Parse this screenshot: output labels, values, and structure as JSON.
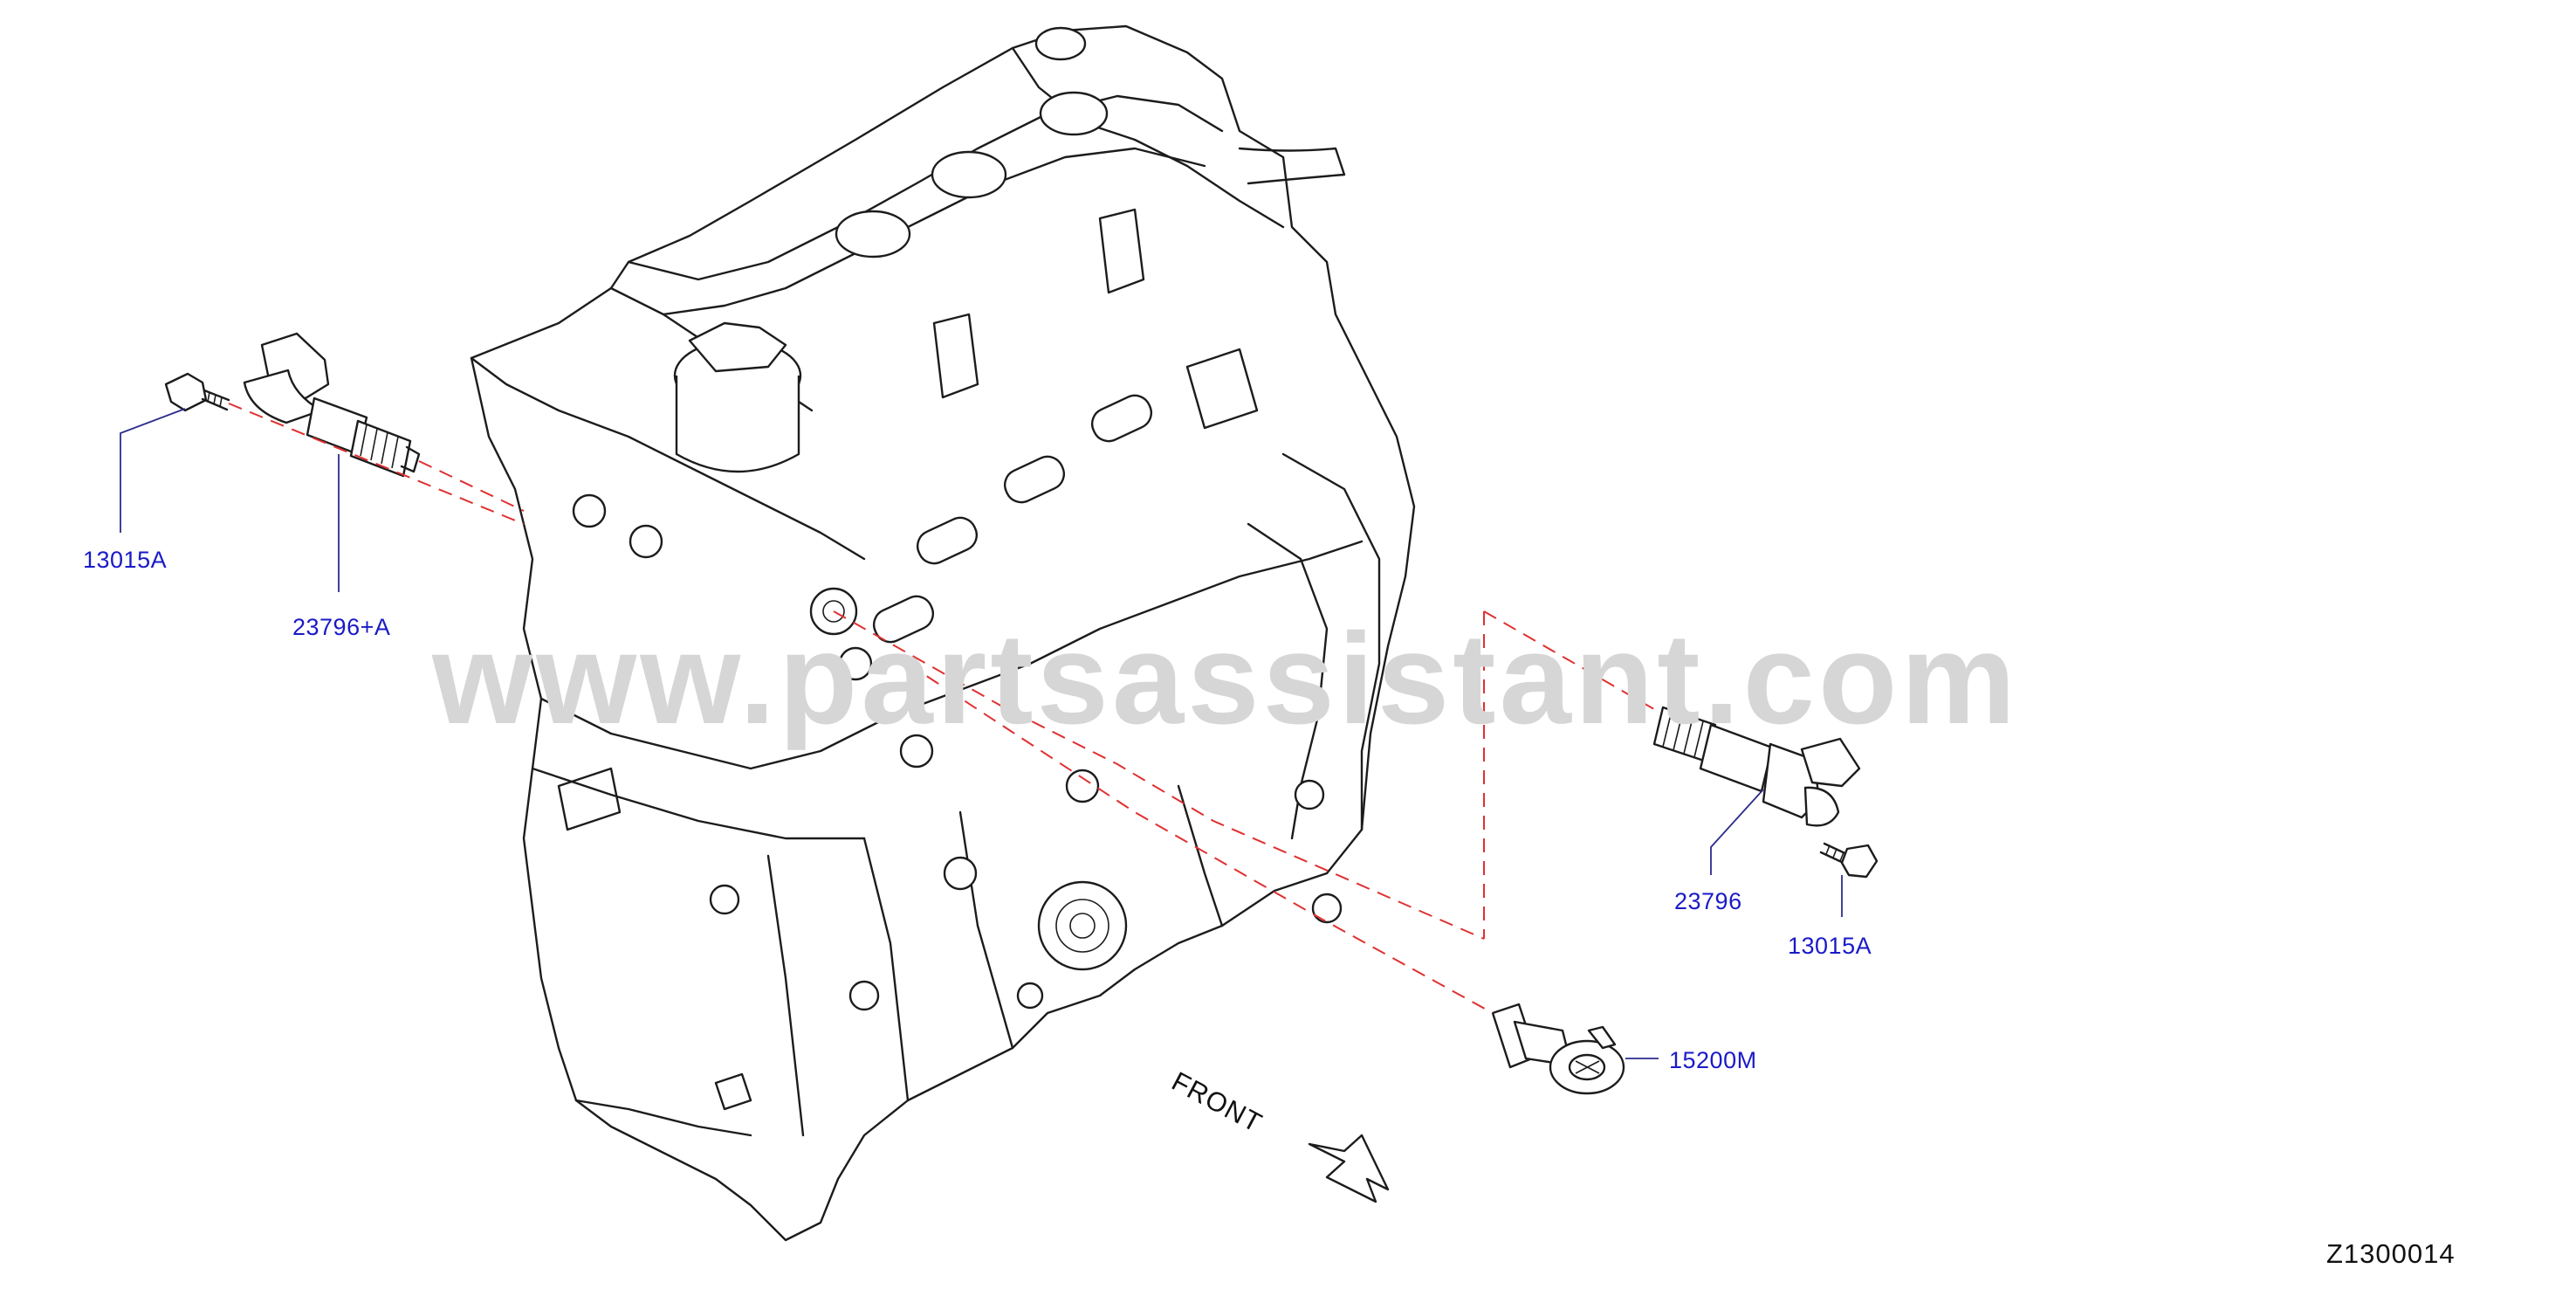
{
  "callouts": {
    "bolt_left": "13015A",
    "solenoid_left": "23796+A",
    "solenoid_right": "23796",
    "bolt_right": "13015A",
    "filter": "15200M"
  },
  "direction_label": "FRONT",
  "diagram_code": "Z1300014",
  "watermark": "www.partsassistant.com",
  "colors": {
    "callout_text": "#1a1ac8",
    "dashed_line": "#e03030",
    "line_art": "#1c1c1c",
    "watermark": "#d6d6d6"
  }
}
